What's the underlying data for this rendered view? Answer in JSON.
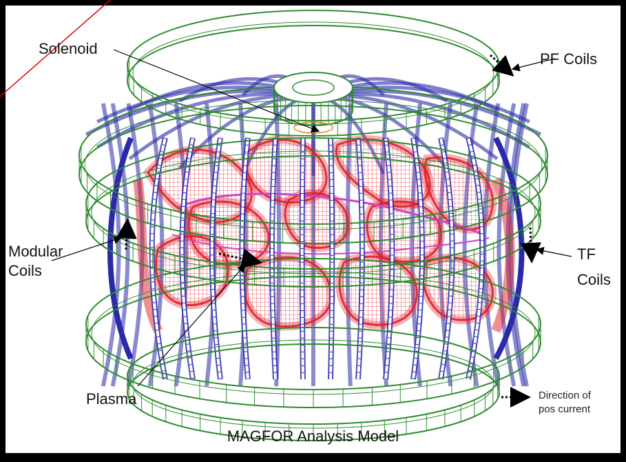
{
  "labels": {
    "solenoid": "Solenoid",
    "pf_coils": "PF Coils",
    "modular_line1": "Modular",
    "modular_line2": "Coils",
    "tf_line1": "TF",
    "tf_line2": "Coils",
    "plasma": "Plasma",
    "legend_line1": "Direction of",
    "legend_line2": "pos current"
  },
  "caption": "MAGFOR Analysis Model",
  "colors": {
    "background_panel": "#ffffff",
    "border": "#000000",
    "pf_coils": "#2e8b2e",
    "tf_coils": "#2a2aa8",
    "modular_coils": "#e0202a",
    "plasma": "#cc44cc",
    "solenoid": "#2e8b2e",
    "corner_line": "#e00000"
  }
}
